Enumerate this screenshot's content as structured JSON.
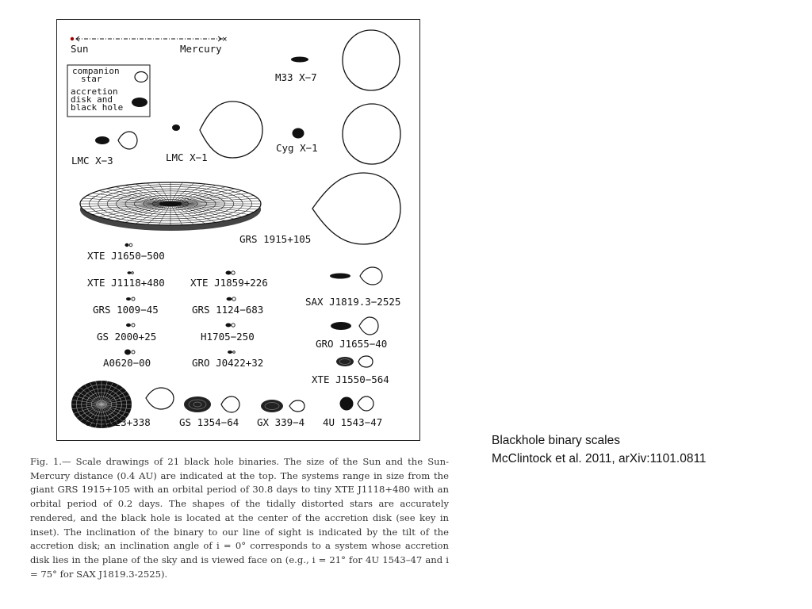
{
  "figure": {
    "scale_bar": {
      "left_label": "Sun",
      "right_label": "Mercury"
    },
    "key": {
      "companion_label_1": "companion",
      "companion_label_2": "star",
      "disk_label_1": "accretion",
      "disk_label_2": "disk and",
      "disk_label_3": "black hole"
    },
    "systems": [
      "M33 X−7",
      "LMC X−3",
      "LMC X−1",
      "Cyg X−1",
      "GRS 1915+105",
      "XTE J1650−500",
      "XTE J1118+480",
      "XTE J1859+226",
      "SAX J1819.3−2525",
      "GRS 1009−45",
      "GRS 1124−683",
      "GS 2000+25",
      "H1705−250",
      "GRO J1655−40",
      "A0620−00",
      "GRO J0422+32",
      "XTE J1550−564",
      "GS 2023+338",
      "GS 1354−64",
      "GX 339−4",
      "4U 1543−47"
    ]
  },
  "caption": "Fig. 1.— Scale drawings of 21 black hole binaries. The size of the Sun and the Sun-Mercury distance (0.4 AU) are indicated at the top. The systems range in size from the giant GRS 1915+105 with an orbital period of 30.8 days to tiny XTE J1118+480 with an orbital period of 0.2 days. The shapes of the tidally distorted stars are accurately rendered, and the black hole is located at the center of the accretion disk (see key in inset). The inclination of the binary to our line of sight is indicated by the tilt of the accretion disk; an inclination angle of i = 0° corresponds to a system whose accretion disk lies in the plane of the sky and is viewed face on (e.g., i = 21° for 4U 1543–47 and i = 75° for SAX J1819.3-2525).",
  "notes": {
    "line1": "Blackhole binary scales",
    "line2": "McClintock et al. 2011, arXiv:1101.0811"
  }
}
